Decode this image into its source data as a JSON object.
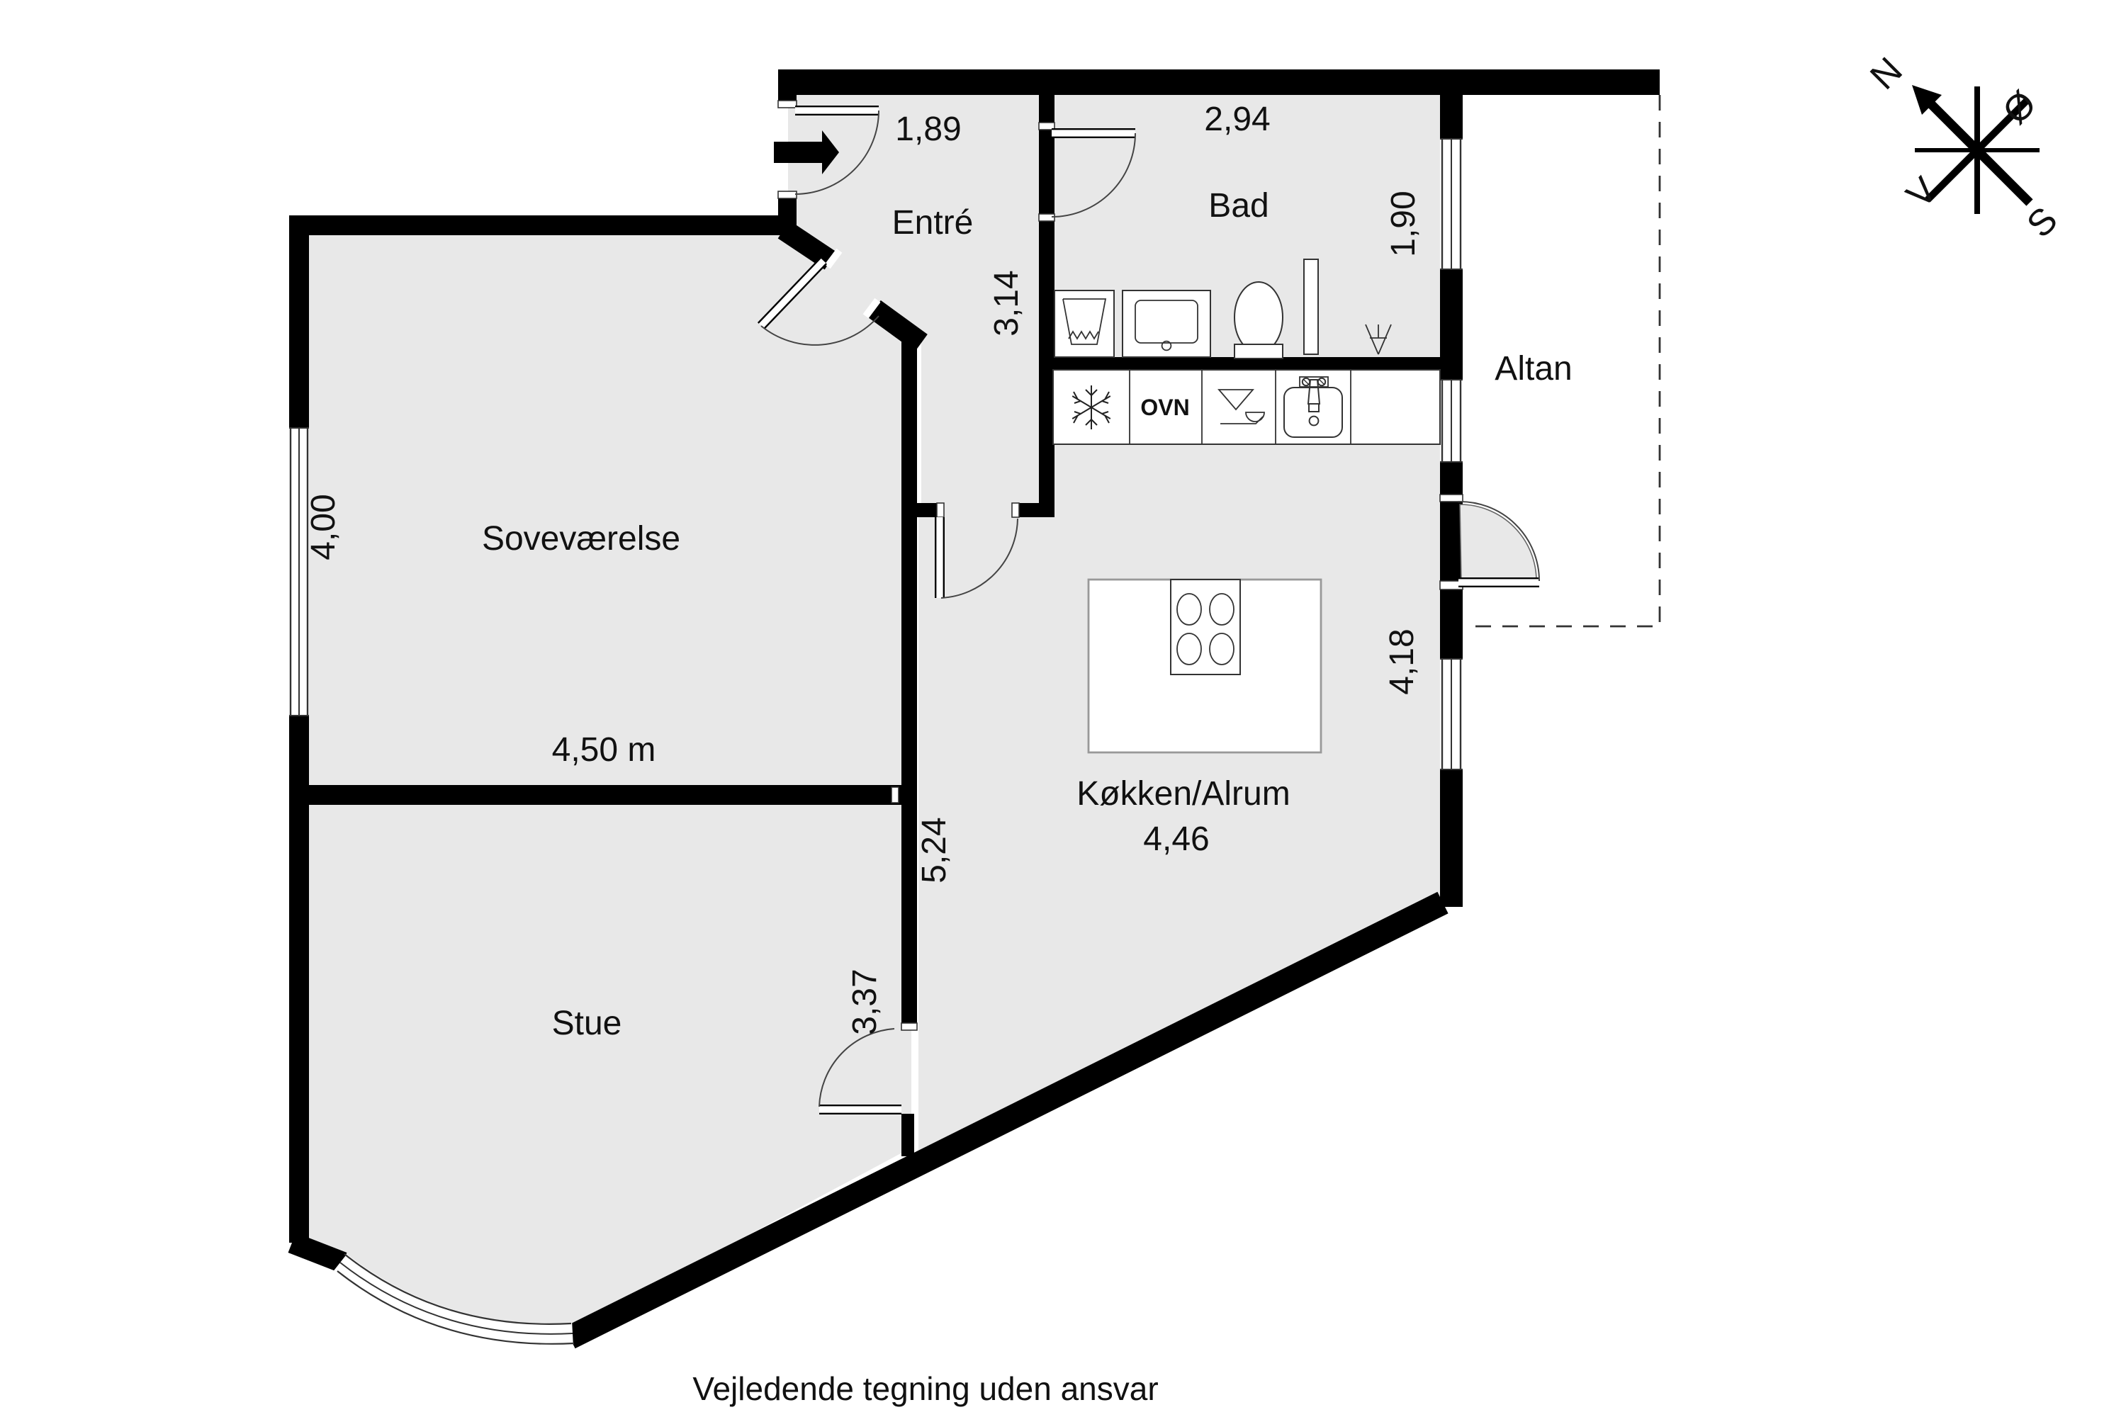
{
  "note": "Vejledende tegning uden ansvar",
  "rooms": {
    "entre": {
      "label": "Entré"
    },
    "bad": {
      "label": "Bad"
    },
    "altan": {
      "label": "Altan"
    },
    "sovevaerelse": {
      "label": "Soveværelse"
    },
    "kokken": {
      "label": "Køkken/Alrum"
    },
    "stue": {
      "label": "Stue"
    }
  },
  "dimensions": {
    "entrance_top": "1,89",
    "bad_top": "2,94",
    "bad_side": "1,90",
    "entre_side": "3,14",
    "sove_side": "4,00",
    "sove_bottom": "4,50 m",
    "corridor_wall": "5,24",
    "kokken_center": "4,46",
    "kokken_side": "4,18",
    "stue_wall": "3,37"
  },
  "kitchen": {
    "oven_label": "OVN"
  },
  "compass": {
    "north": "N",
    "east": "Ø",
    "south": "S",
    "west": "V"
  },
  "colors": {
    "floor": "#e8e8e8",
    "wall": "#000000",
    "thin_line": "#333333",
    "text": "#111111"
  }
}
